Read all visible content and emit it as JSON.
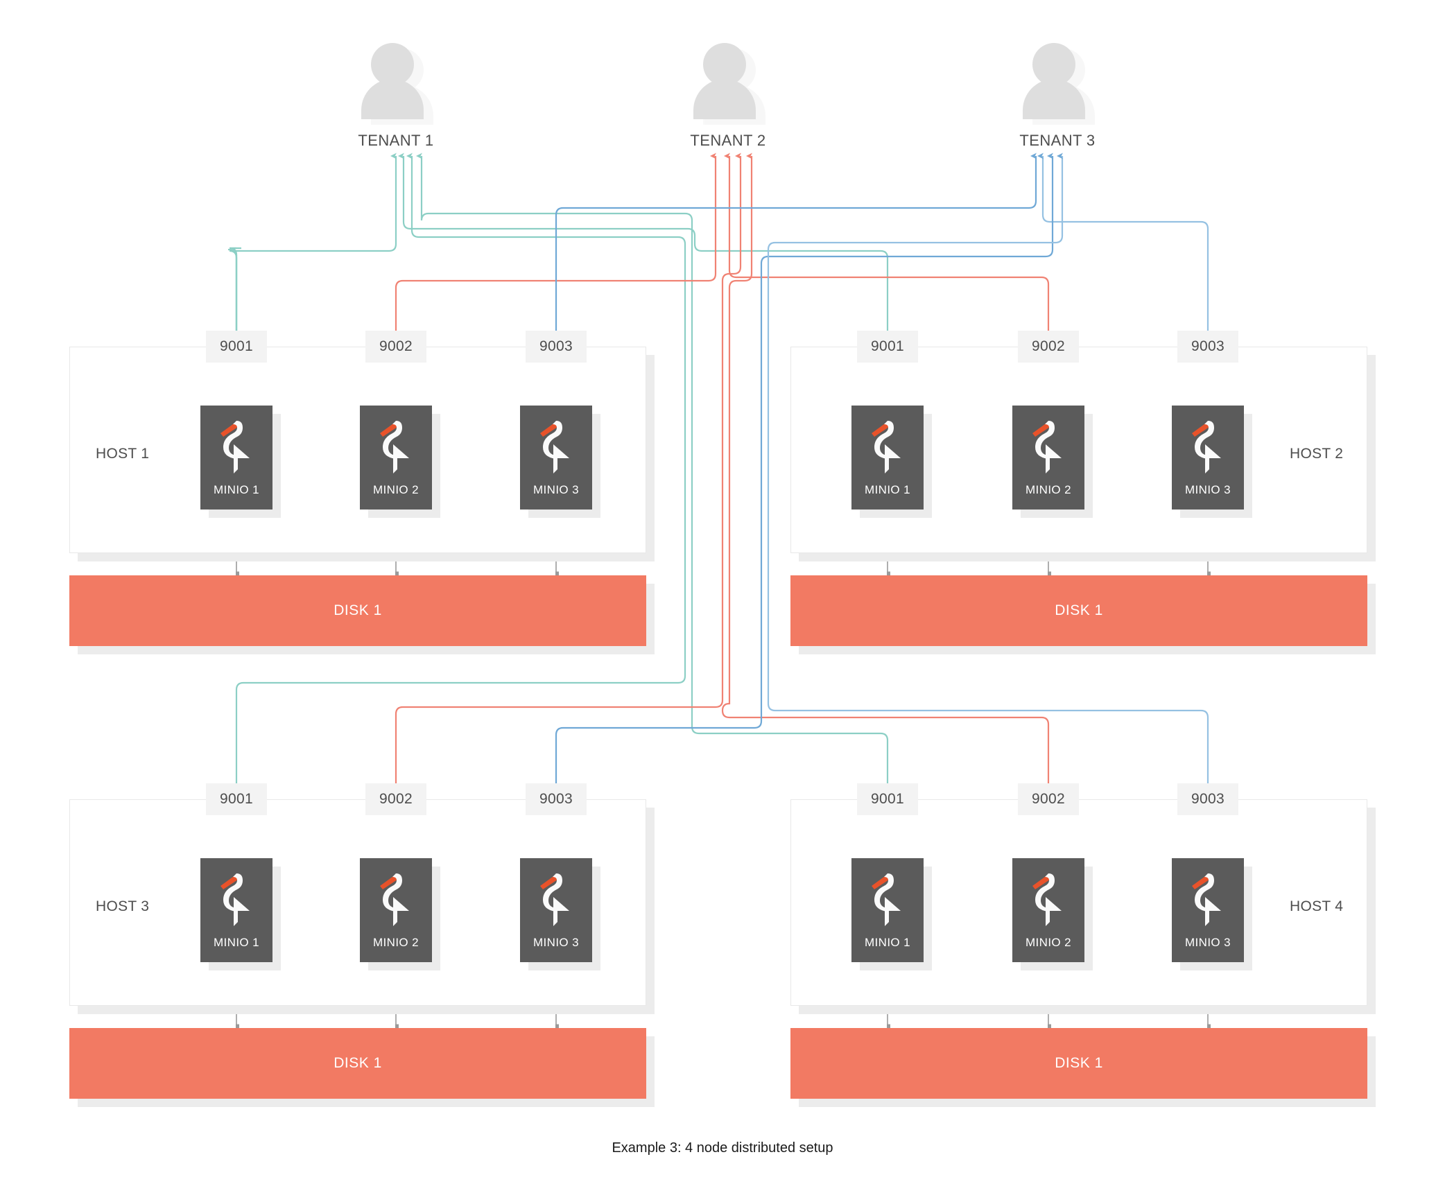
{
  "diagram": {
    "caption": "Example 3: 4 node distributed setup",
    "colors": {
      "tenant1_line": "#8ccfc5",
      "tenant2_line": "#f08273",
      "tenant3_line": "#6fa8d6",
      "disk": "#f27a63",
      "node": "#5b5b5b",
      "beak": "#e8522a",
      "panel_border": "#e8e8e8",
      "shadow": "#ececec",
      "port_chip": "#f3f3f3",
      "text": "#4d4d4d"
    }
  },
  "tenants": [
    {
      "id": "tenant-1",
      "label": "TENANT 1",
      "icon": "user-avatar-icon",
      "color": "#8ccfc5"
    },
    {
      "id": "tenant-2",
      "label": "TENANT 2",
      "icon": "user-avatar-icon",
      "color": "#f08273"
    },
    {
      "id": "tenant-3",
      "label": "TENANT 3",
      "icon": "user-avatar-icon",
      "color": "#6fa8d6"
    }
  ],
  "hosts": [
    {
      "id": "host-1",
      "label": "HOST 1",
      "label_side": "left",
      "ports": [
        "9001",
        "9002",
        "9003"
      ],
      "nodes": [
        {
          "label": "MINIO 1",
          "port": "9001",
          "tenant": "TENANT 1",
          "color": "#8ccfc5"
        },
        {
          "label": "MINIO 2",
          "port": "9002",
          "tenant": "TENANT 2",
          "color": "#f08273"
        },
        {
          "label": "MINIO 3",
          "port": "9003",
          "tenant": "TENANT 3",
          "color": "#6fa8d6"
        }
      ],
      "disk": "DISK 1"
    },
    {
      "id": "host-2",
      "label": "HOST 2",
      "label_side": "right",
      "ports": [
        "9001",
        "9002",
        "9003"
      ],
      "nodes": [
        {
          "label": "MINIO 1",
          "port": "9001",
          "tenant": "TENANT 1",
          "color": "#8ccfc5"
        },
        {
          "label": "MINIO 2",
          "port": "9002",
          "tenant": "TENANT 2",
          "color": "#f08273"
        },
        {
          "label": "MINIO 3",
          "port": "9003",
          "tenant": "TENANT 3",
          "color": "#6fa8d6"
        }
      ],
      "disk": "DISK 1"
    },
    {
      "id": "host-3",
      "label": "HOST 3",
      "label_side": "left",
      "ports": [
        "9001",
        "9002",
        "9003"
      ],
      "nodes": [
        {
          "label": "MINIO 1",
          "port": "9001",
          "tenant": "TENANT 1",
          "color": "#8ccfc5"
        },
        {
          "label": "MINIO 2",
          "port": "9002",
          "tenant": "TENANT 2",
          "color": "#f08273"
        },
        {
          "label": "MINIO 3",
          "port": "9003",
          "tenant": "TENANT 3",
          "color": "#6fa8d6"
        }
      ],
      "disk": "DISK 1"
    },
    {
      "id": "host-4",
      "label": "HOST 4",
      "label_side": "right",
      "ports": [
        "9001",
        "9002",
        "9003"
      ],
      "nodes": [
        {
          "label": "MINIO 1",
          "port": "9001",
          "tenant": "TENANT 1",
          "color": "#8ccfc5"
        },
        {
          "label": "MINIO 2",
          "port": "9002",
          "tenant": "TENANT 2",
          "color": "#f08273"
        },
        {
          "label": "MINIO 3",
          "port": "9003",
          "tenant": "TENANT 3",
          "color": "#6fa8d6"
        }
      ],
      "disk": "DISK 1"
    }
  ]
}
